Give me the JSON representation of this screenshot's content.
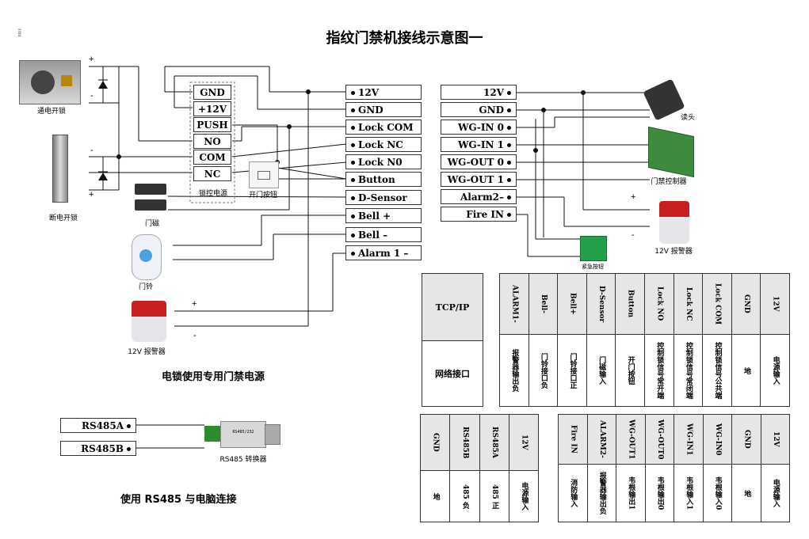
{
  "title": "指纹门禁机接线示意图一",
  "power_terminals": [
    "GND",
    "+12V",
    "PUSH",
    "NO",
    "COM",
    "NC"
  ],
  "power_caption": "锁控电源",
  "lock_left_terminals": [
    "12V",
    "GND",
    "Lock COM",
    "Lock NC",
    "Lock N0",
    "Button",
    "D-Sensor",
    "Bell +",
    "Bell –",
    "Alarm 1 –"
  ],
  "right_terminals": [
    "12V",
    "GND",
    "WG-IN 0",
    "WG-IN 1",
    "WG-OUT 0",
    "WG-OUT 1",
    "Alarm2–",
    "Fire IN"
  ],
  "rs485_terminals": [
    "RS485A",
    "RS485B"
  ],
  "device_labels": {
    "power_lock": "通电开锁",
    "fail_lock": "断电开锁",
    "magnet": "门磁",
    "button": "开门按钮",
    "bell": "门铃",
    "alarm_left": "12V 报警器",
    "reader": "读头",
    "controller": "门禁控制器",
    "alarm_right": "12V 报警器",
    "fire_button": "紧急按钮",
    "rs485_converter": "RS485 转换器",
    "converter_plate": "RS485/232"
  },
  "signs": {
    "plus": "+",
    "minus": "-"
  },
  "sections": {
    "power_note": "电锁使用专用门禁电源",
    "rs485_note": "使用 RS485 与电脑连接"
  },
  "table_tcp": {
    "header": "TCP/IP",
    "body": "网络接口"
  },
  "table_main": {
    "headers": [
      "ALARM1-",
      "Bell-",
      "Bell+",
      "D-Sensor",
      "Button",
      "Lock NO",
      "Lock NC",
      "Lock COM",
      "GND",
      "12V"
    ],
    "descs": [
      "报警器输出负",
      "门铃接口负",
      "门铃接口正",
      "门磁输入",
      "开门按钮",
      "控制锁信号常开端",
      "控制锁信号常闭端",
      "控制锁信号公共端",
      "地",
      "电源输入"
    ]
  },
  "table_rs485": {
    "headers": [
      "GND",
      "RS485B",
      "RS485A",
      "12V"
    ],
    "descs": [
      "地",
      "485 负",
      "485 正",
      "电源输入"
    ]
  },
  "table_wg": {
    "headers": [
      "Fire IN",
      "ALARM2-",
      "WG-OUT1",
      "WG-OUT0",
      "WG-IN1",
      "WG-IN0",
      "GND",
      "12V"
    ],
    "descs": [
      "消防输入",
      "报警器输出负",
      "韦根输出1",
      "韦根输出0",
      "韦根输入1",
      "韦根输入0",
      "地",
      "电源输入"
    ]
  }
}
